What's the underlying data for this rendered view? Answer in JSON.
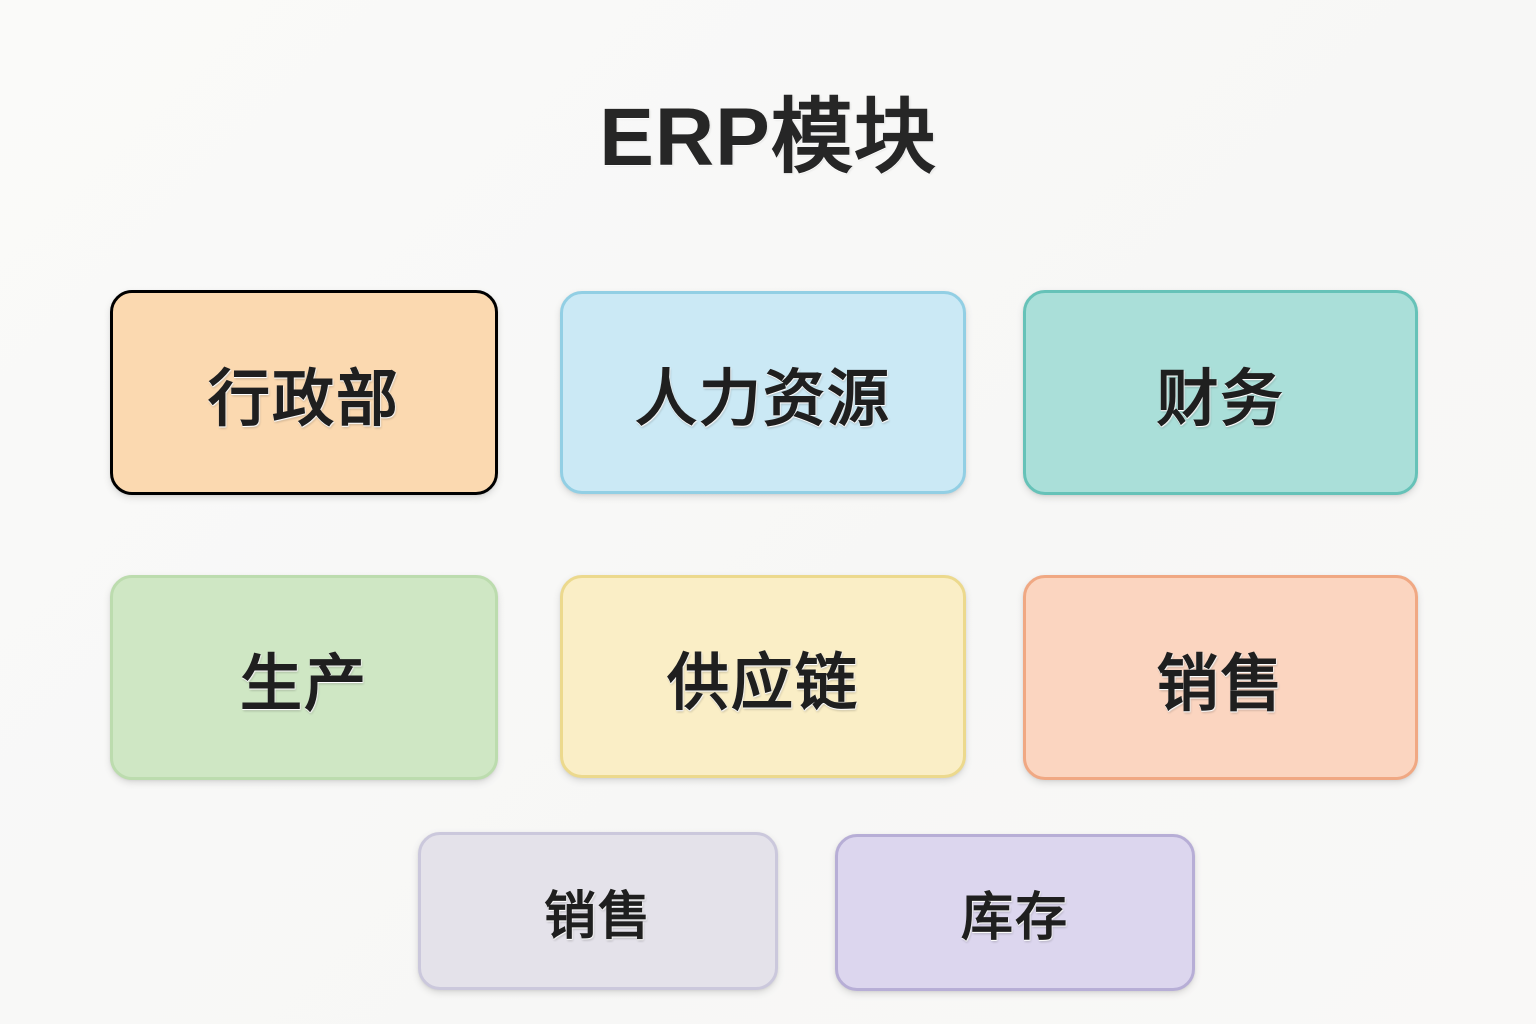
{
  "page": {
    "title": "ERP模块",
    "background_color": "#f9f9f8",
    "title_color": "#262626"
  },
  "modules": [
    {
      "id": "admin",
      "label": "行政部",
      "row": 1,
      "column": 1,
      "fill_color": "#fbd9b0",
      "border_color": "#eba košice",
      "border": "#e9a martyr"
    },
    {
      "id": "hr",
      "label": "人力资源",
      "row": 1,
      "column": 2,
      "fill_color": "#cbe9f5",
      "border_color": "#92cfe4"
    },
    {
      "id": "finance",
      "label": "财务",
      "row": 1,
      "column": 3,
      "fill_color": "#aadfd9",
      "border_color": "#66c2b8"
    },
    {
      "id": "production",
      "label": "生产",
      "row": 2,
      "column": 1,
      "fill_color": "#cfe7c4",
      "border_color": "#bcdcae"
    },
    {
      "id": "supplychain",
      "label": "供应链",
      "row": 2,
      "column": 2,
      "fill_color": "#faeec6",
      "border_color": "#ecd98d"
    },
    {
      "id": "sales",
      "label": "销售",
      "row": 2,
      "column": 3,
      "fill_color": "#fbd5c0",
      "border_color": "#f0a883"
    },
    {
      "id": "sales2",
      "label": "销售",
      "row": 3,
      "column": 1,
      "fill_color": "#e4e2ea",
      "border_color": "#cbc8dc"
    },
    {
      "id": "inventory",
      "label": "库存",
      "row": 3,
      "column": 2,
      "fill_color": "#dcd6ee",
      "border_color": "#b7aed6"
    }
  ]
}
